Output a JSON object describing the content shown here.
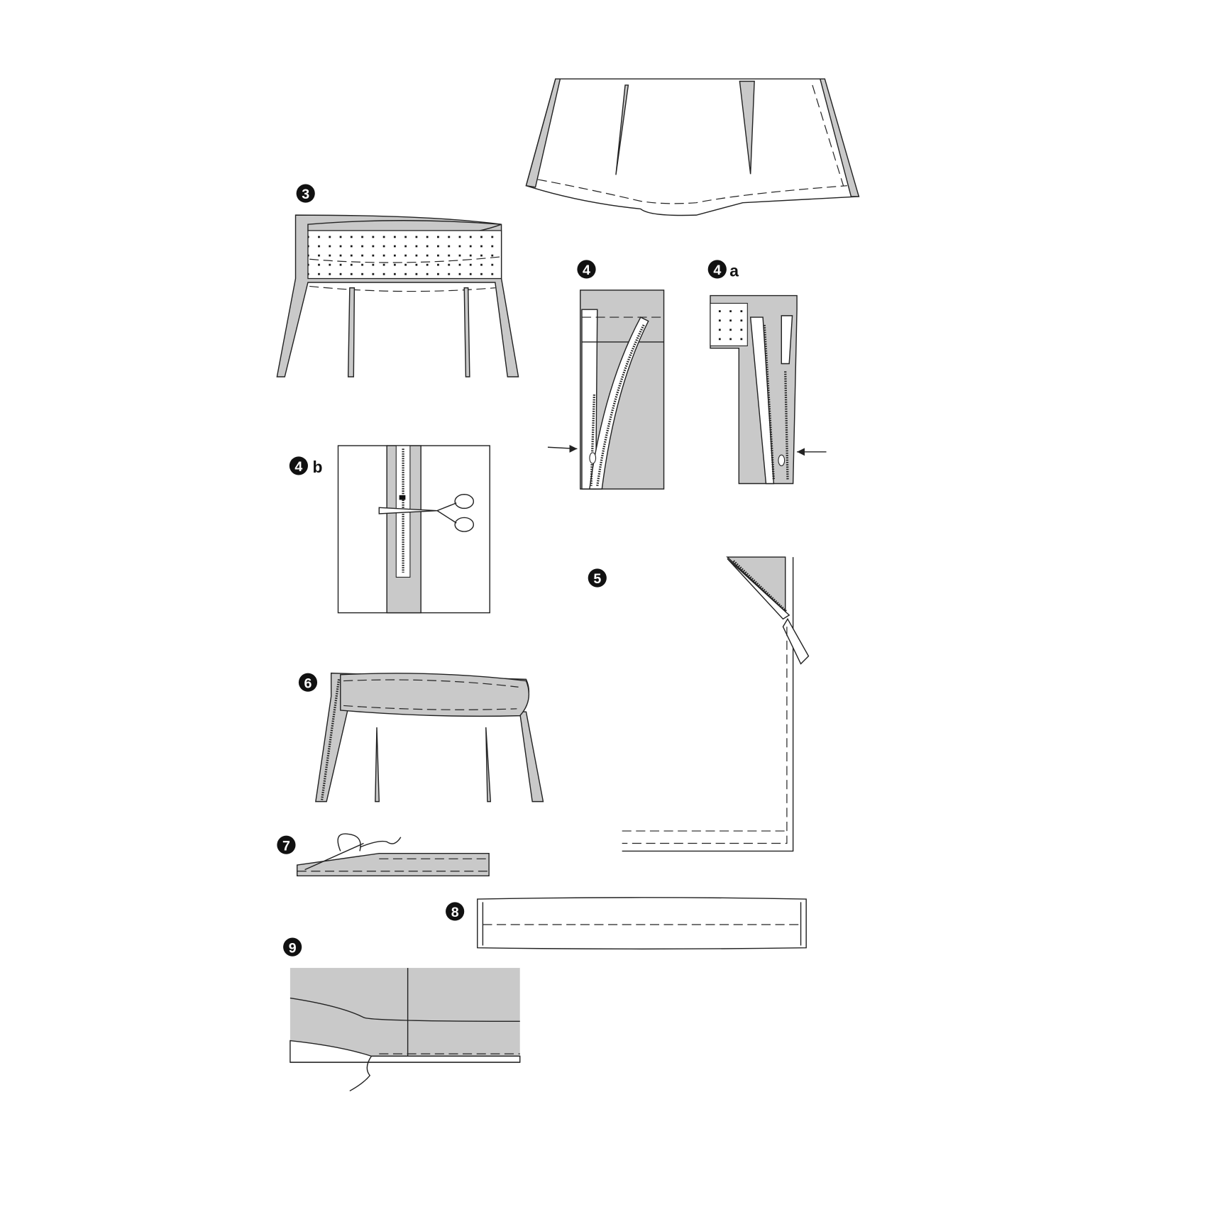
{
  "steps": {
    "s3": {
      "number": "3"
    },
    "s4": {
      "number": "4"
    },
    "s4a": {
      "number": "4",
      "suffix": "a"
    },
    "s4b": {
      "number": "4",
      "suffix": "b"
    },
    "s5": {
      "number": "5"
    },
    "s6": {
      "number": "6"
    },
    "s7": {
      "number": "7"
    },
    "s8": {
      "number": "8"
    },
    "s9": {
      "number": "9"
    }
  },
  "colors": {
    "fabric": "#c9c9c9",
    "line": "#222222"
  }
}
